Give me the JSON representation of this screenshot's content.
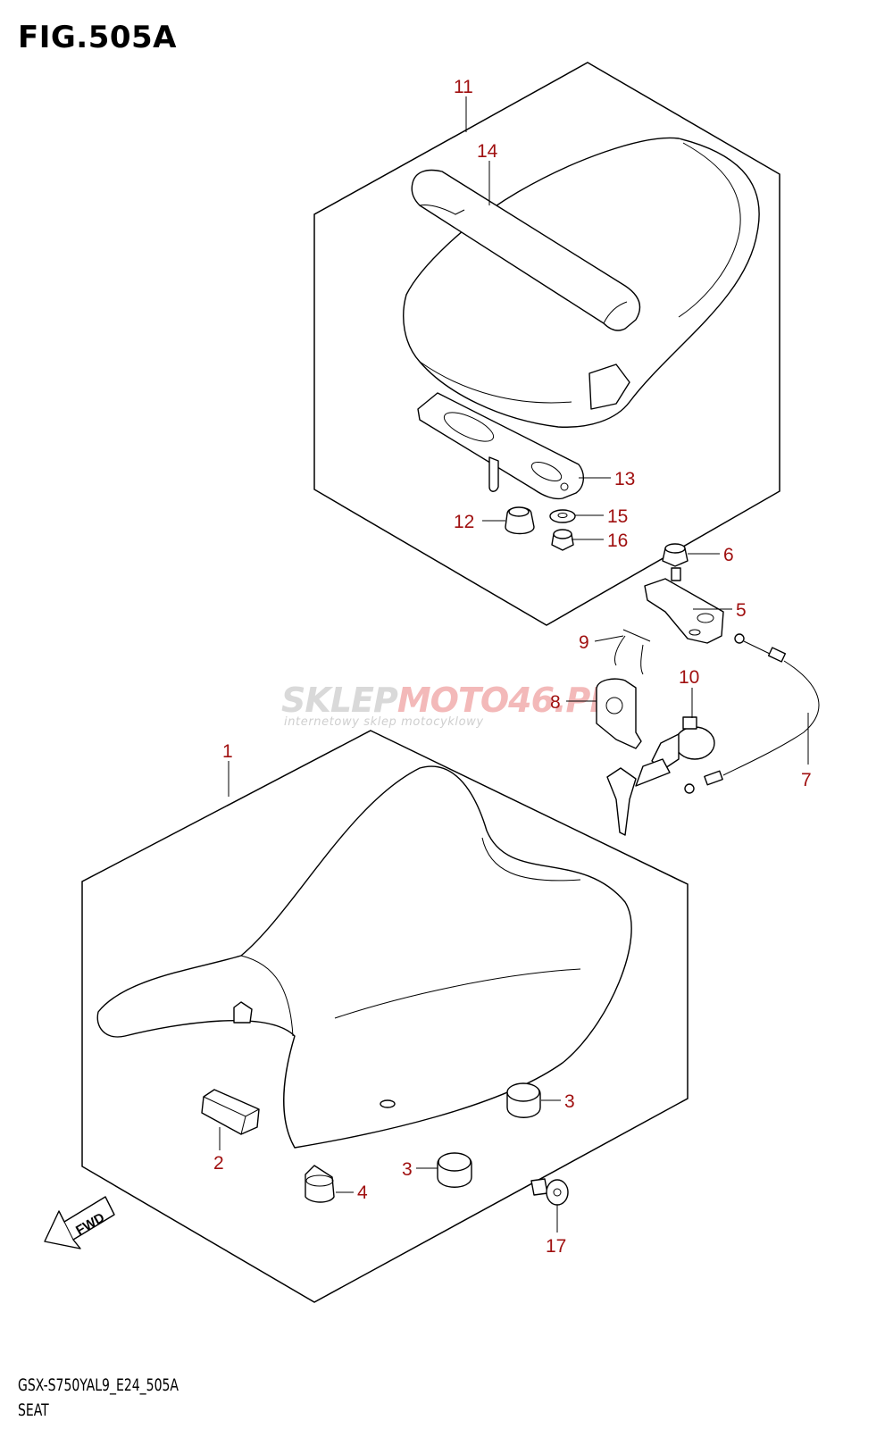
{
  "figure": {
    "title": "FIG.505A",
    "model_code": "GSX-S750YAL9_E24_505A",
    "caption": "SEAT"
  },
  "watermark": {
    "brand_a": "SKLEP",
    "brand_b": "MOTO46.PL",
    "tagline": "internetowy sklep motocyklowy"
  },
  "fwd_label": "FWD",
  "callouts": [
    "1",
    "2",
    "3",
    "3",
    "4",
    "5",
    "6",
    "7",
    "8",
    "9",
    "10",
    "11",
    "12",
    "13",
    "14",
    "15",
    "16",
    "17"
  ]
}
